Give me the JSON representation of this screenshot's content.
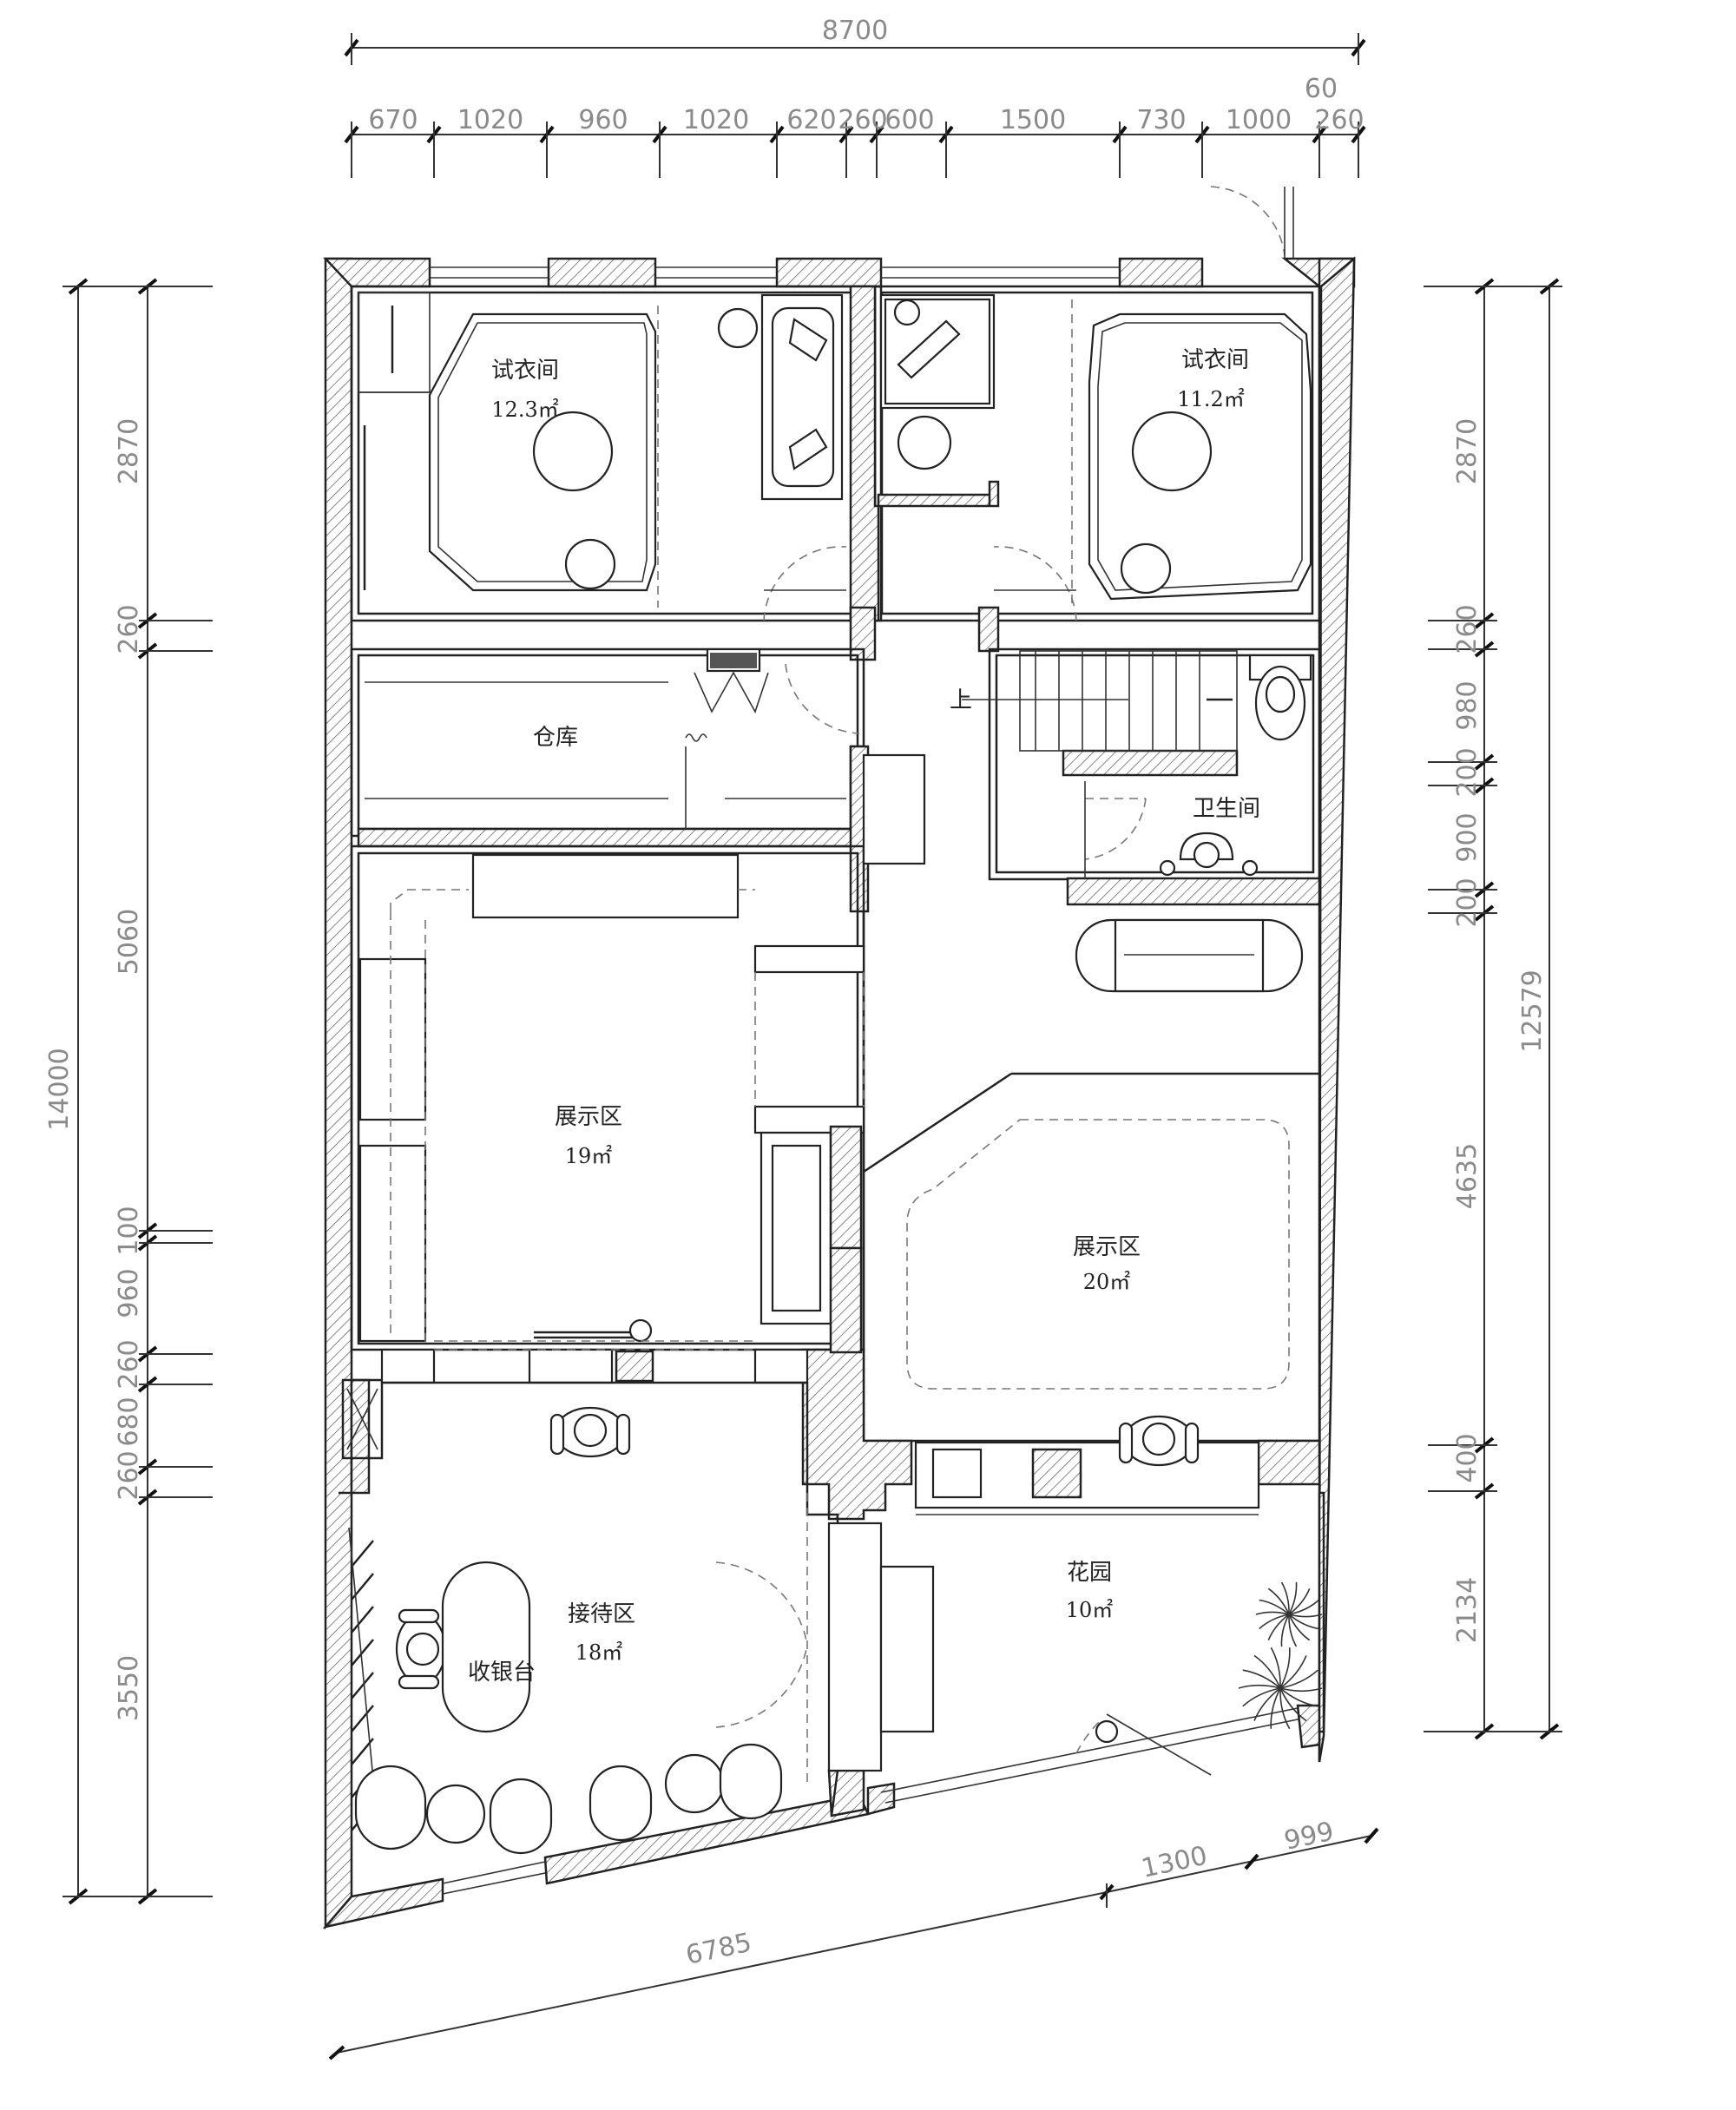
{
  "dimensions": {
    "top_total": "8700",
    "top_segments": [
      "670",
      "1020",
      "960",
      "1020",
      "620",
      "260",
      "600",
      "1500",
      "730",
      "1000",
      "260"
    ],
    "top_extra": "60",
    "left_total": "14000",
    "left_segments": [
      "2870",
      "260",
      "5060",
      "100",
      "960",
      "260",
      "680",
      "260",
      "3550"
    ],
    "right_total": "12579",
    "right_segments": [
      "2870",
      "260",
      "980",
      "200",
      "900",
      "200",
      "4635",
      "400",
      "2134"
    ],
    "bottom_main": "6785",
    "bottom_right": [
      "1300",
      "999"
    ]
  },
  "rooms": {
    "fitting_room_left": {
      "label": "试衣间",
      "area": "12.3㎡"
    },
    "fitting_room_right": {
      "label": "试衣间",
      "area": "11.2㎡"
    },
    "storage": {
      "label": "仓库"
    },
    "restroom": {
      "label": "卫生间"
    },
    "stair_up": {
      "label": "上"
    },
    "display_left": {
      "label": "展示区",
      "area": "19㎡"
    },
    "display_right": {
      "label": "展示区",
      "area": "20㎡"
    },
    "reception": {
      "label": "接待区",
      "area": "18㎡"
    },
    "cashier": {
      "label": "收银台"
    },
    "garden": {
      "label": "花园",
      "area": "10㎡"
    }
  }
}
